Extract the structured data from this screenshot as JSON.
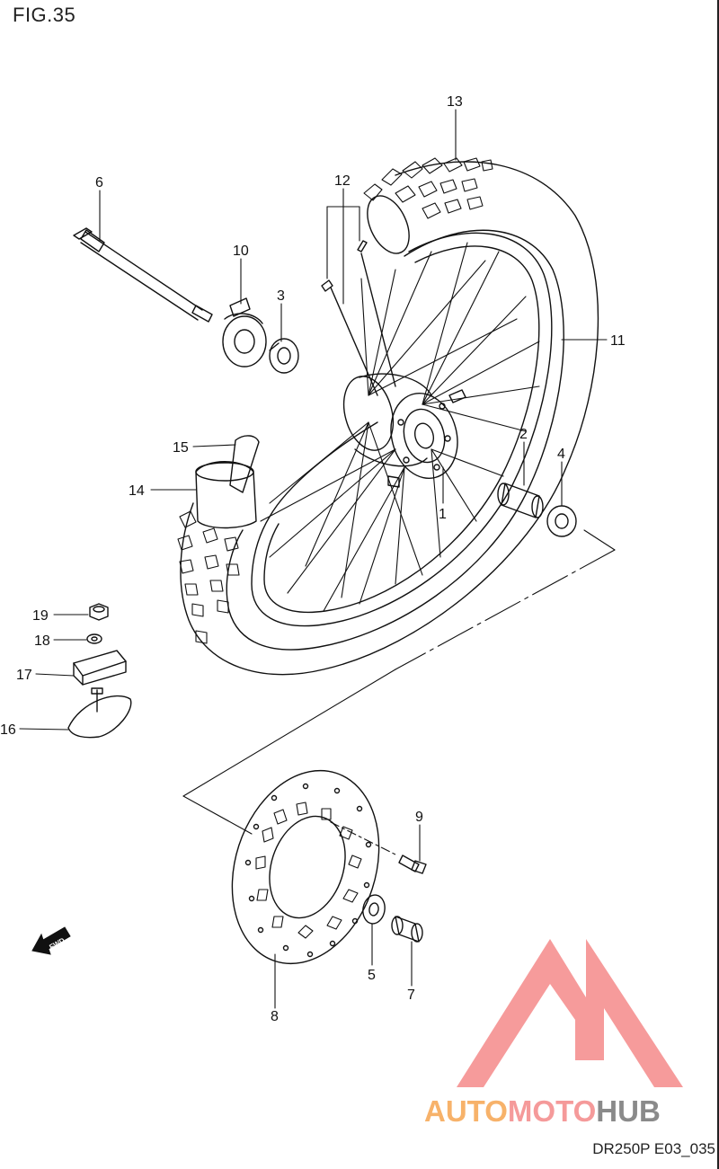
{
  "figure": {
    "title": "FIG.35",
    "drawing_code": "DR250P E03_035"
  },
  "callouts": {
    "c1": "1",
    "c2": "2",
    "c3": "3",
    "c4": "4",
    "c5": "5",
    "c6": "6",
    "c7": "7",
    "c8": "8",
    "c9": "9",
    "c10": "10",
    "c11": "11",
    "c12": "12",
    "c13": "13",
    "c14": "14",
    "c15": "15",
    "c16": "16",
    "c17": "17",
    "c18": "18",
    "c19": "19"
  },
  "direction_arrow": {
    "label": "FWD"
  },
  "watermark": {
    "part1": "AUTO",
    "part2": "MOTO",
    "part3": "HUB",
    "colors": {
      "auto": "#f7b26a",
      "moto": "#f59a9a",
      "hub": "#8a8a8a",
      "logo": "#f58a8a"
    }
  }
}
